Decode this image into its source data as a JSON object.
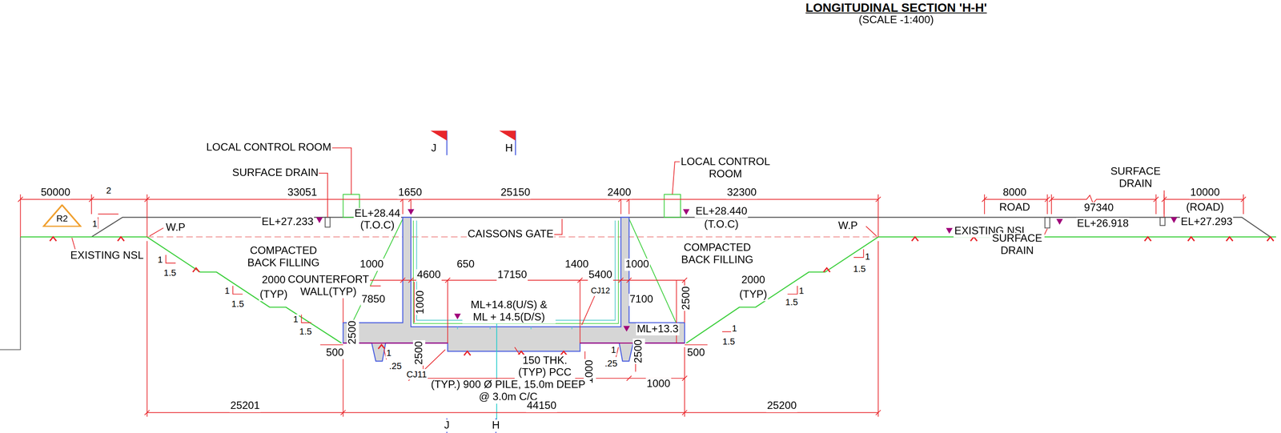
{
  "diagram": {
    "title": "LONGITUDINAL SECTION 'H-H'",
    "caption": "(SCALE -1:400)",
    "nodes": [
      {
        "text": [
          "R2"
        ]
      }
    ],
    "labels": [
      "J",
      "H",
      "LOCAL CONTROL ROOM",
      "SURFACE DRAIN",
      "LOCAL CONTROL ROOM",
      "50000",
      "33051",
      "1650",
      "25150",
      "2400",
      "32300",
      "8000",
      "ROAD",
      "SURFACE DRAIN",
      "97340",
      "10000",
      "(ROAD)",
      "1",
      "2",
      "EL+27.233",
      "EL+28.44",
      "(T.O.C)",
      "EL+28.440",
      "(T.O.C)",
      "W.P",
      "W.P",
      "EXISTING NSL",
      "EXISTING NSL",
      "EL+26.918",
      "EL+27.293",
      "SURFACE DRAIN",
      "CAISSONS GATE",
      "COMPACTED BACK FILLING",
      "COMPACTED BACK FILLING",
      "COUNTERFORT WALL(TYP)",
      "1",
      "1.5",
      "2000",
      "(TYP)",
      "1",
      "1.5",
      "1",
      "1.5",
      "1000",
      "4600",
      "650",
      "17150",
      "1400",
      "5400",
      "1000",
      "7850",
      "1000",
      "ML+14.8(U/S) & ML + 14.5(D/S)",
      "CJ12",
      "ML+13.3",
      "7100",
      "2500",
      "2000",
      "(TYP)",
      "1",
      "1.5",
      "1",
      "1.5",
      "1",
      "1.5",
      "2500",
      "500",
      "1",
      ".25",
      "2500",
      "CJ11",
      "150 THK. (TYP) PCC",
      "1000",
      "1",
      ".25",
      "2500",
      "500",
      "(TYP.) 900 Ø PILE, 15.0m DEEP @ 3.0m C/C",
      "1000",
      "25201",
      "44150",
      "25200",
      "J",
      "H"
    ]
  }
}
